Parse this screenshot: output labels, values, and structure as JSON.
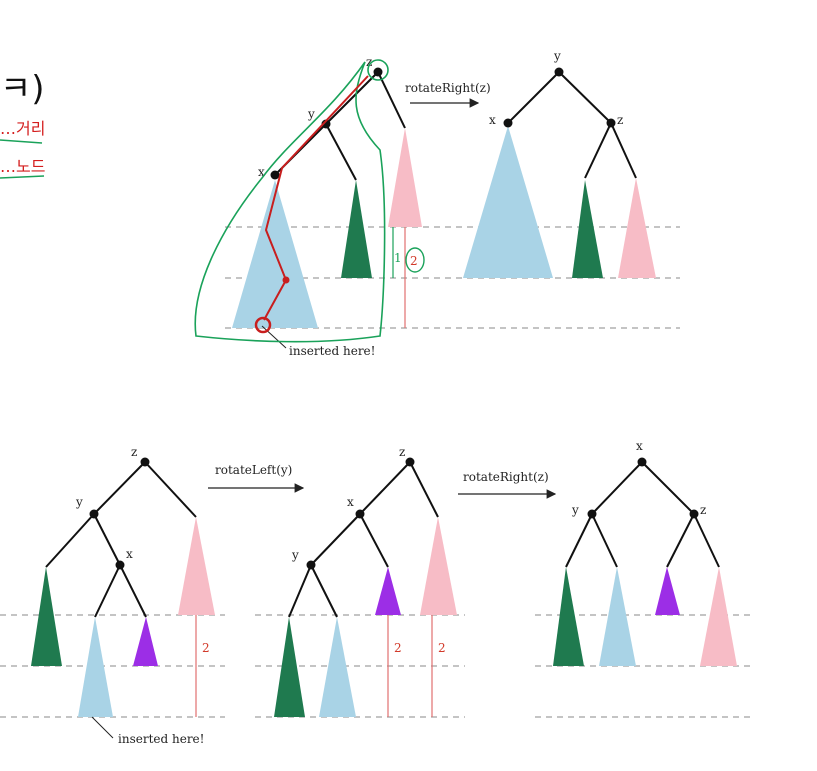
{
  "colors": {
    "blue_subtree": "#a9d3e6",
    "green_subtree": "#1f7a4f",
    "pink_subtree": "#f7bcc6",
    "purple_subtree": "#9c2ee6",
    "red_marker": "#e17070",
    "ink_green": "#1aa25a",
    "ink_red": "#c81e1e"
  },
  "top": {
    "before": {
      "nodes": {
        "z": "z",
        "y": "y",
        "x": "x"
      }
    },
    "op": "rotateRight(z)",
    "after": {
      "nodes": {
        "y": "y",
        "x": "x",
        "z": "z"
      }
    },
    "insert_note": "inserted here!",
    "height_markers": [
      "1",
      "2"
    ]
  },
  "bottom": {
    "before": {
      "nodes": {
        "z": "z",
        "y": "y",
        "x": "x"
      },
      "height_marker": "2"
    },
    "op1": "rotateLeft(y)",
    "middle": {
      "nodes": {
        "z": "z",
        "x": "x",
        "y": "y"
      },
      "height_markers": [
        "2",
        "2"
      ]
    },
    "op2": "rotateRight(z)",
    "after": {
      "nodes": {
        "x": "x",
        "y": "y",
        "z": "z"
      }
    },
    "insert_note": "inserted here!"
  },
  "annotations": {
    "handwritten_left": "ㅋ)",
    "handwritten_red_1": "…거리",
    "handwritten_red_2": "…노드"
  }
}
